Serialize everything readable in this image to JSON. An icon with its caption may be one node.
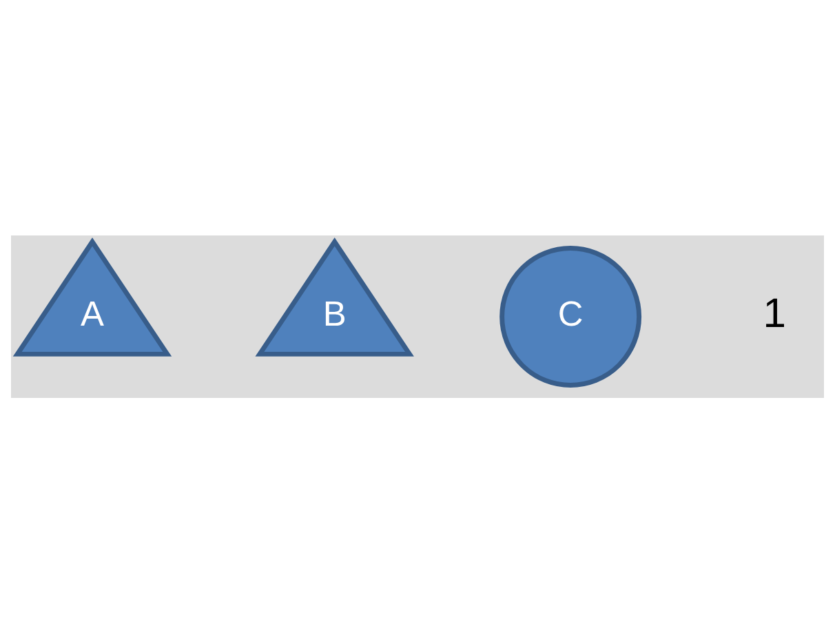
{
  "diagram": {
    "nodes": [
      {
        "text": [
          "A"
        ]
      },
      {
        "text": [
          "B"
        ]
      },
      {
        "text": [
          "C"
        ]
      }
    ],
    "labels": [
      "1"
    ]
  }
}
